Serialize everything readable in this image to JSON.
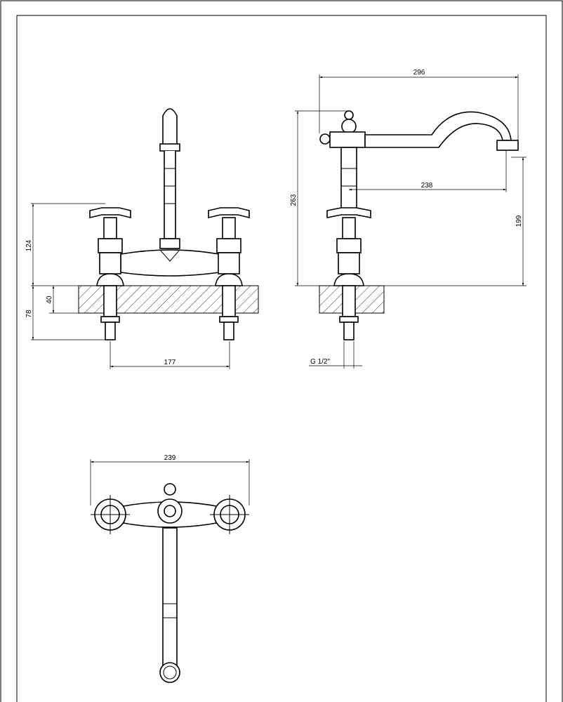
{
  "drawing": {
    "front_view": {
      "dim_height_above_deck": "124",
      "dim_deck_thickness": "40",
      "dim_below_deck": "78",
      "dim_center_distance": "177"
    },
    "side_view": {
      "dim_spout_reach": "296",
      "dim_total_height": "263",
      "dim_spout_projection": "238",
      "dim_spout_height": "199",
      "dim_thread": "G 1/2\""
    },
    "top_view": {
      "dim_overall_width": "239"
    }
  }
}
